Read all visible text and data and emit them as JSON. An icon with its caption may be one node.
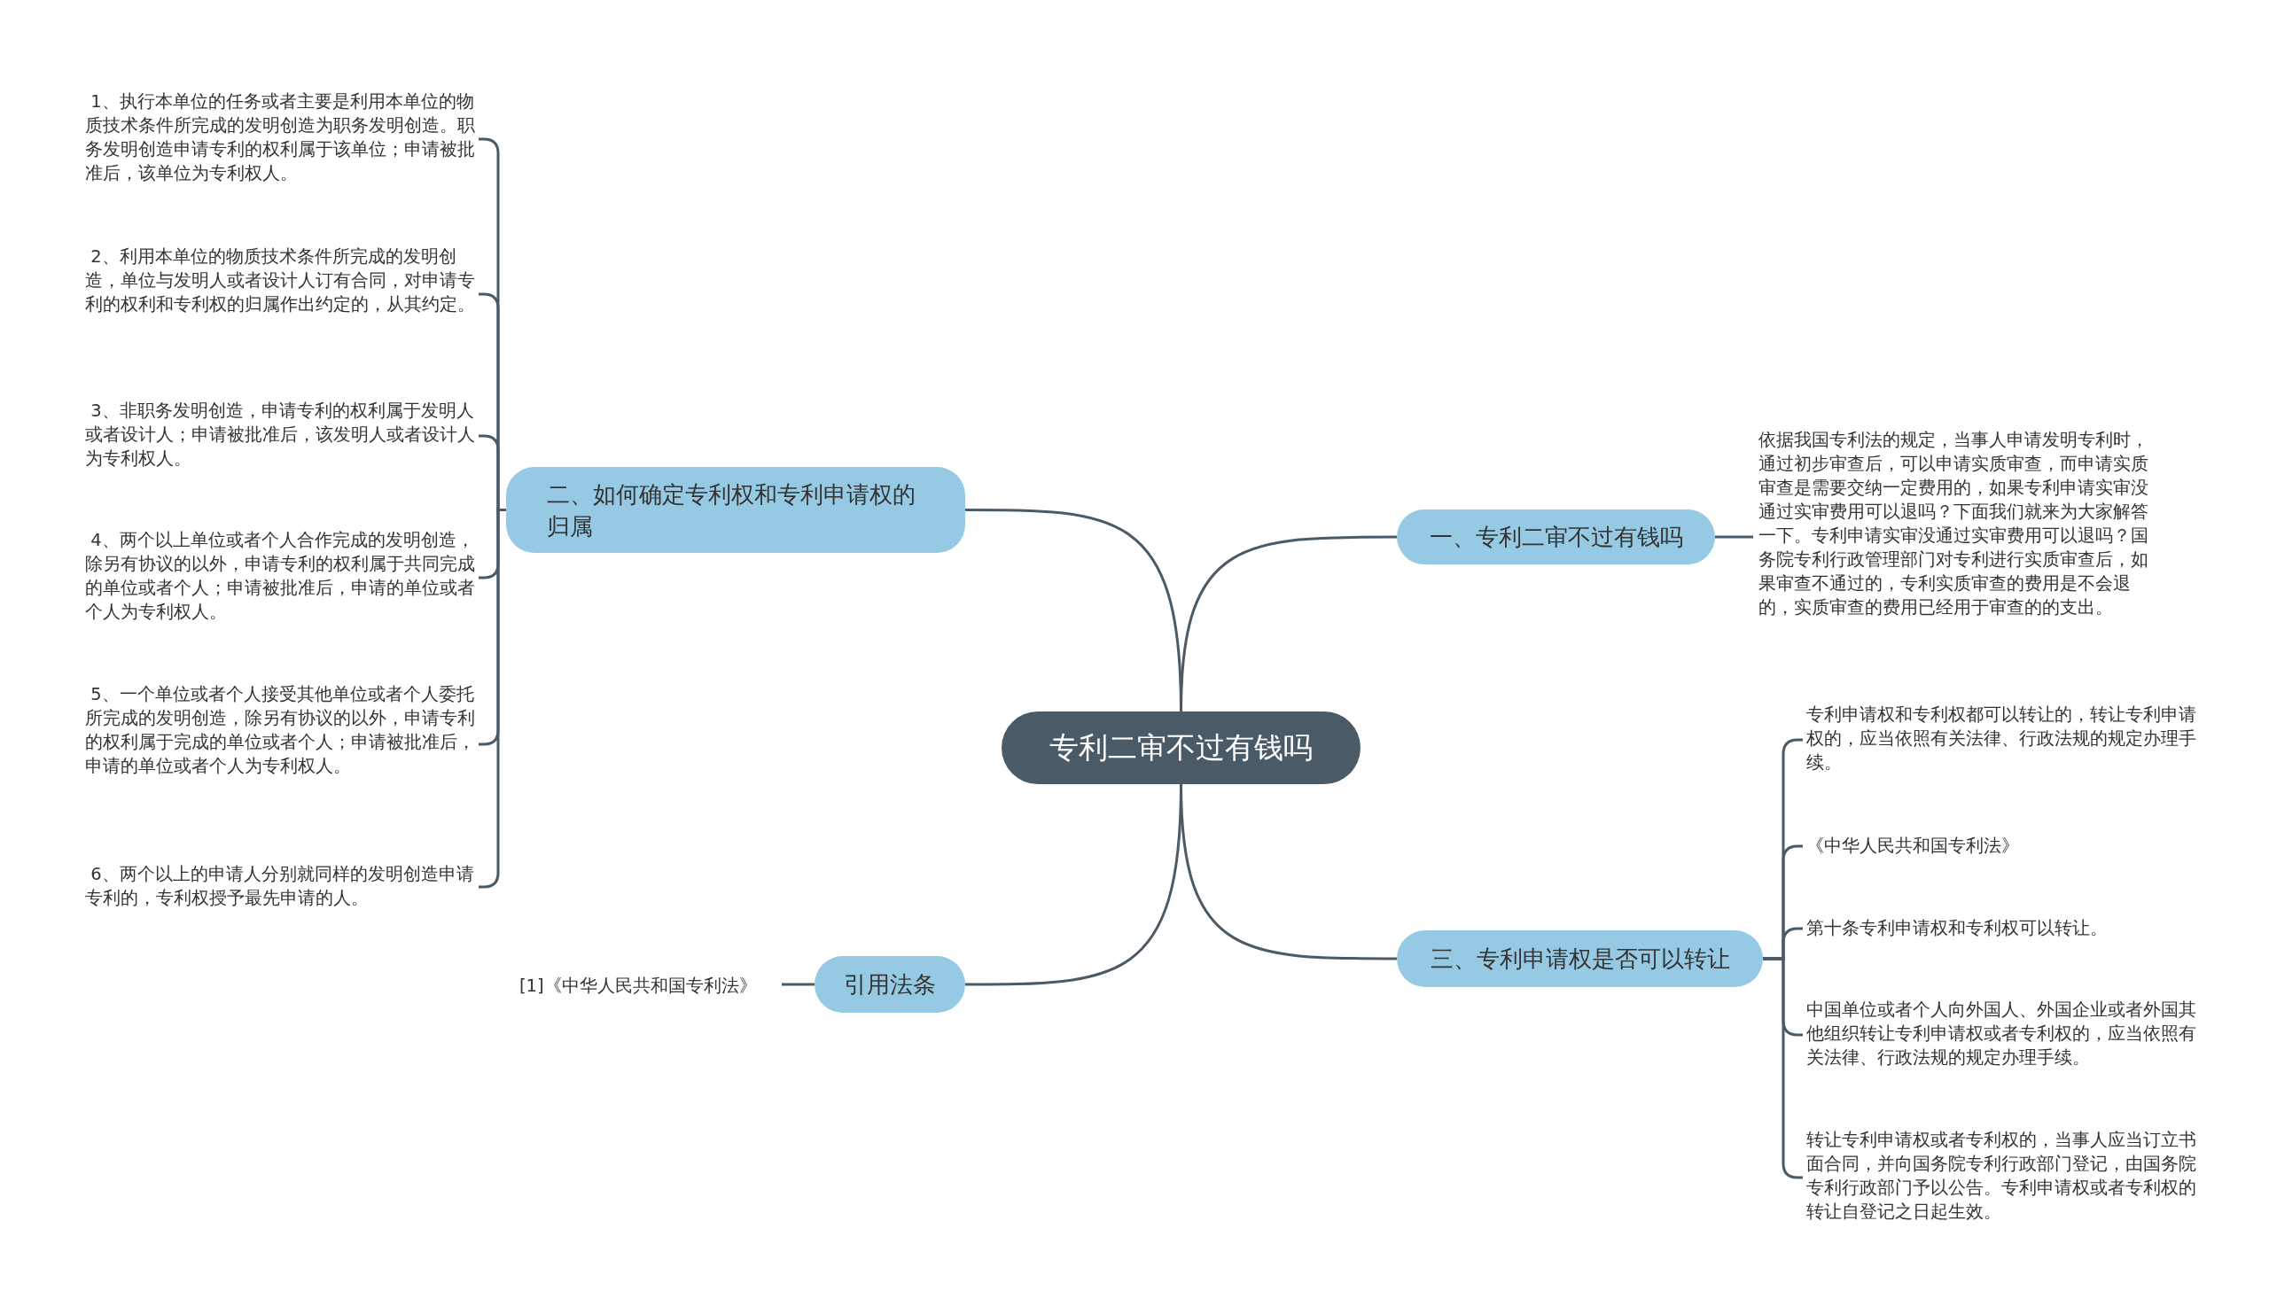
{
  "diagram": {
    "nodes": [
      {
        "text": [
          "专利二审不过有钱吗"
        ]
      },
      {
        "text": [
          "一、专利二审不过有钱吗"
        ]
      },
      {
        "text": [
          "依据我国专利法的规定，当事人申请发明专利时，通过初步审查后，可以申请实质审查，而申请实质审查是需要交纳一定费用的，如果专利申请实审没通过实审费用可以退吗？下面我们就来为大家解答一下。专利申请实审没通过实审费用可以退吗？国务院专利行政管理部门对专利进行实质审查后，如果审查不通过的，专利实质审查的费用是不会退的，实质审查的费用已经用于审查的的支出。"
        ]
      },
      {
        "text": [
          "二、如何确定专利权和专利申请权的归属"
        ]
      },
      {
        "text": [
          " 1、执行本单位的任务或者主要是利用本单位的物质技术条件所完成的发明创造为职务发明创造。职务发明创造申请专利的权利属于该单位；申请被批准后，该单位为专利权人。"
        ]
      },
      {
        "text": [
          " 2、利用本单位的物质技术条件所完成的发明创造，单位与发明人或者设计人订有合同，对申请专利的权利和专利权的归属作出约定的，从其约定。"
        ]
      },
      {
        "text": [
          " 3、非职务发明创造，申请专利的权利属于发明人或者设计人；申请被批准后，该发明人或者设计人为专利权人。"
        ]
      },
      {
        "text": [
          " 4、两个以上单位或者个人合作完成的发明创造，除另有协议的以外，申请专利的权利属于共同完成的单位或者个人；申请被批准后，申请的单位或者个人为专利权人。"
        ]
      },
      {
        "text": [
          " 5、一个单位或者个人接受其他单位或者个人委托所完成的发明创造，除另有协议的以外，申请专利的权利属于完成的单位或者个人；申请被批准后，申请的单位或者个人为专利权人。"
        ]
      },
      {
        "text": [
          " 6、两个以上的申请人分别就同样的发明创造申请专利的，专利权授予最先申请的人。"
        ]
      },
      {
        "text": [
          "三、专利申请权是否可以转让"
        ]
      },
      {
        "text": [
          "专利申请权和专利权都可以转让的，转让专利申请权的，应当依照有关法律、行政法规的规定办理手续。"
        ]
      },
      {
        "text": [
          "《中华人民共和国专利法》"
        ]
      },
      {
        "text": [
          "第十条专利申请权和专利权可以转让。"
        ]
      },
      {
        "text": [
          "中国单位或者个人向外国人、外国企业或者外国其他组织转让专利申请权或者专利权的，应当依照有关法律、行政法规的规定办理手续。"
        ]
      },
      {
        "text": [
          "转让专利申请权或者专利权的，当事人应当订立书面合同，并向国务院专利行政部门登记，由国务院专利行政部门予以公告。专利申请权或者专利权的转让自登记之日起生效。"
        ]
      },
      {
        "text": [
          "引用法条"
        ]
      },
      {
        "text": [
          "[1]《中华人民共和国专利法》"
        ]
      }
    ],
    "edges": [
      {
        "from": 0,
        "to": 1,
        "arrow": "none"
      },
      {
        "from": 1,
        "to": 2,
        "arrow": "none"
      },
      {
        "from": 0,
        "to": 3,
        "arrow": "none"
      },
      {
        "from": 3,
        "to": 4,
        "arrow": "none"
      },
      {
        "from": 3,
        "to": 5,
        "arrow": "none"
      },
      {
        "from": 3,
        "to": 6,
        "arrow": "none"
      },
      {
        "from": 3,
        "to": 7,
        "arrow": "none"
      },
      {
        "from": 3,
        "to": 8,
        "arrow": "none"
      },
      {
        "from": 3,
        "to": 9,
        "arrow": "none"
      },
      {
        "from": 0,
        "to": 10,
        "arrow": "none"
      },
      {
        "from": 10,
        "to": 11,
        "arrow": "none"
      },
      {
        "from": 10,
        "to": 12,
        "arrow": "none"
      },
      {
        "from": 10,
        "to": 13,
        "arrow": "none"
      },
      {
        "from": 10,
        "to": 14,
        "arrow": "none"
      },
      {
        "from": 10,
        "to": 15,
        "arrow": "none"
      },
      {
        "from": 0,
        "to": 16,
        "arrow": "none"
      },
      {
        "from": 16,
        "to": 17,
        "arrow": "none"
      }
    ]
  }
}
